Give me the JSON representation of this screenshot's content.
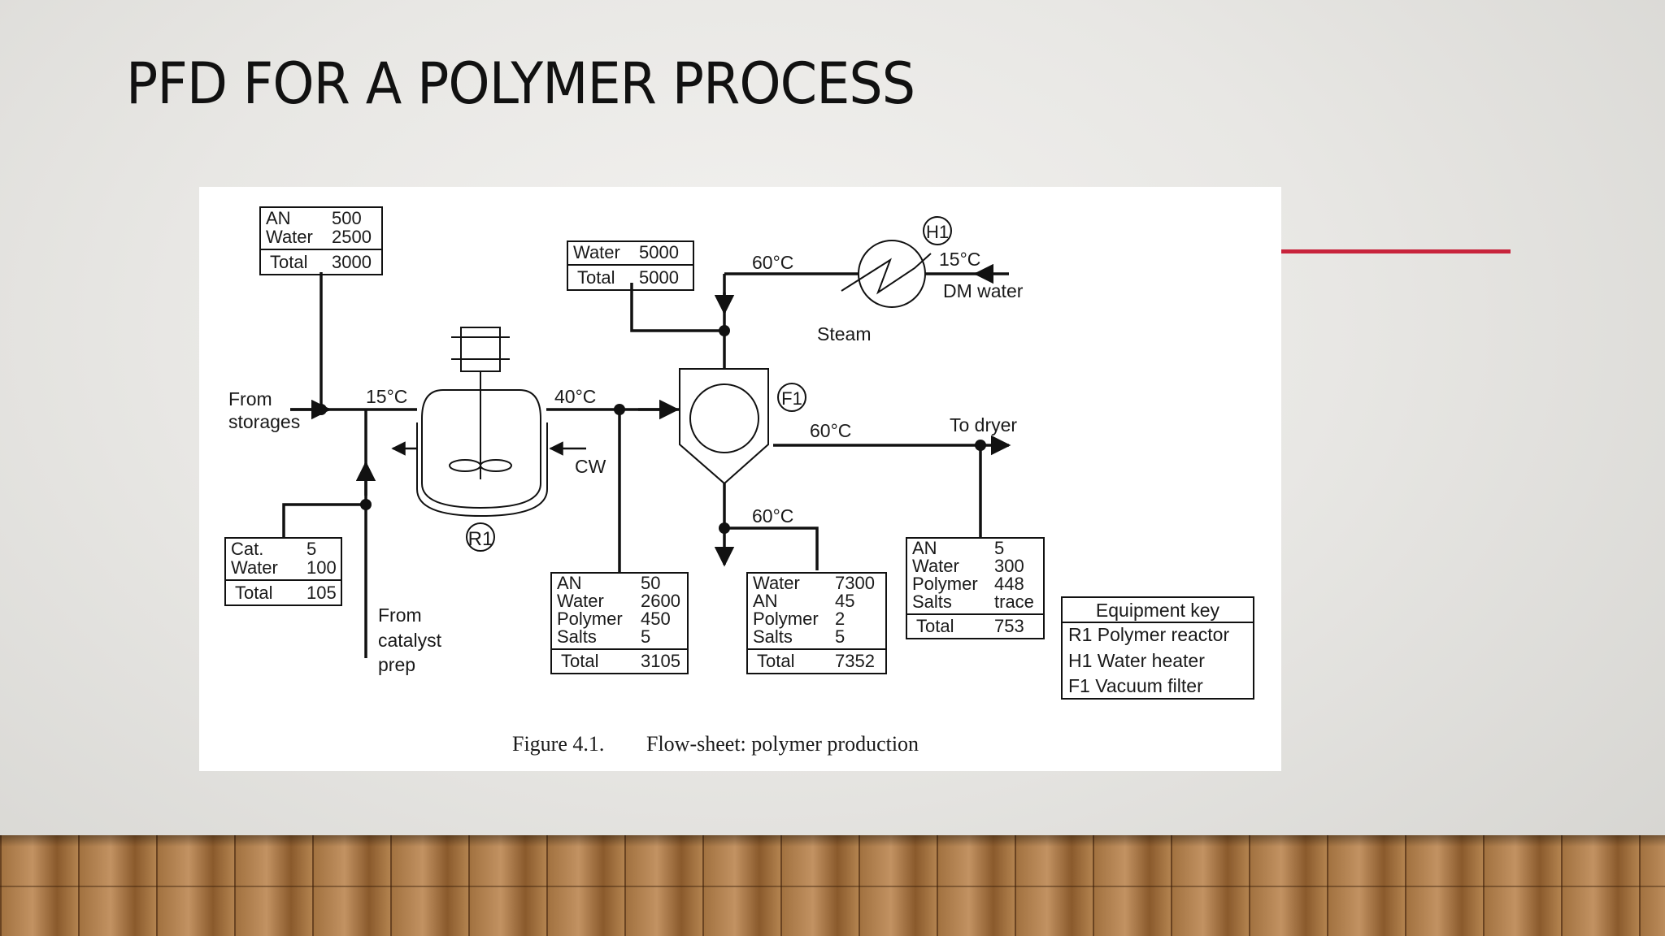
{
  "slide": {
    "title": "PFD FOR A POLYMER PROCESS"
  },
  "figure": {
    "caption_num": "Figure 4.1.",
    "caption_text": "Flow-sheet: polymer production",
    "units": {
      "r1": "R1",
      "h1": "H1",
      "f1": "F1"
    },
    "labels": {
      "from_storages_1": "From",
      "from_storages_2": "storages",
      "temp_15_in": "15°C",
      "temp_40": "40°C",
      "temp_60_top": "60°C",
      "temp_15_h1": "15°C",
      "dm_water": "DM water",
      "steam": "Steam",
      "temp_60_dryer": "60°C",
      "to_dryer": "To dryer",
      "temp_60_bottom": "60°C",
      "cw": "CW",
      "from_catalyst_1": "From",
      "from_catalyst_2": "catalyst",
      "from_catalyst_3": "prep"
    },
    "tables": {
      "feed": {
        "rows": [
          [
            "AN",
            "500"
          ],
          [
            "Water",
            "2500"
          ]
        ],
        "total": [
          "Total",
          "3000"
        ]
      },
      "water_in": {
        "rows": [
          [
            "Water",
            "5000"
          ]
        ],
        "total": [
          "Total",
          "5000"
        ]
      },
      "catalyst": {
        "rows": [
          [
            "Cat.",
            "5"
          ],
          [
            "Water",
            "100"
          ]
        ],
        "total": [
          "Total",
          "105"
        ]
      },
      "reactor_out": {
        "rows": [
          [
            "AN",
            "50"
          ],
          [
            "Water",
            "2600"
          ],
          [
            "Polymer",
            "450"
          ],
          [
            "Salts",
            "5"
          ]
        ],
        "total": [
          "Total",
          "3105"
        ]
      },
      "filtrate": {
        "rows": [
          [
            "Water",
            "7300"
          ],
          [
            "AN",
            "45"
          ],
          [
            "Polymer",
            "2"
          ],
          [
            "Salts",
            "5"
          ]
        ],
        "total": [
          "Total",
          "7352"
        ]
      },
      "to_dryer": {
        "rows": [
          [
            "AN",
            "5"
          ],
          [
            "Water",
            "300"
          ],
          [
            "Polymer",
            "448"
          ],
          [
            "Salts",
            "trace"
          ]
        ],
        "total": [
          "Total",
          "753"
        ]
      }
    },
    "equipment_key": {
      "title": "Equipment key",
      "items": [
        "R1 Polymer reactor",
        "H1 Water heater",
        "F1 Vacuum filter"
      ]
    }
  }
}
